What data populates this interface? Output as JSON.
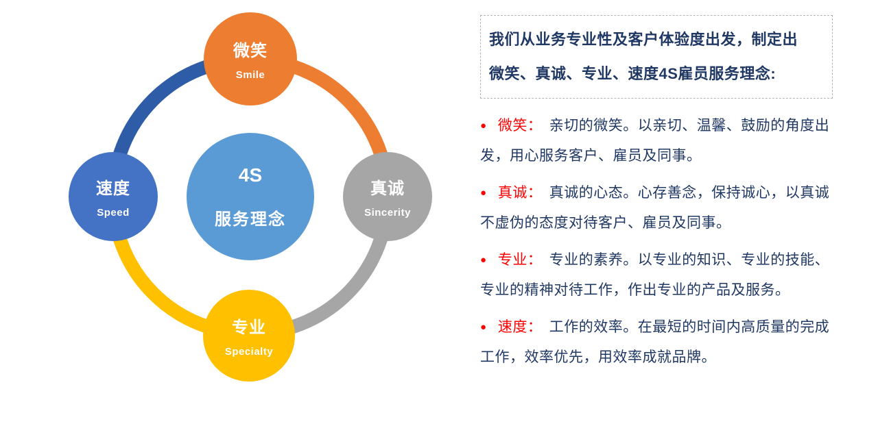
{
  "diagram": {
    "center": {
      "line1": "4S",
      "line2": "服务理念",
      "color": "#5B9BD5"
    },
    "nodes": [
      {
        "id": "smile",
        "zh": "微笑",
        "en": "Smile",
        "color": "#ED7D31",
        "position": "top"
      },
      {
        "id": "sincerity",
        "zh": "真诚",
        "en": "Sincerity",
        "color": "#A6A6A6",
        "position": "right"
      },
      {
        "id": "specialty",
        "zh": "专业",
        "en": "Specialty",
        "color": "#FFC000",
        "position": "bottom"
      },
      {
        "id": "speed",
        "zh": "速度",
        "en": "Speed",
        "color": "#4472C4",
        "position": "left"
      }
    ],
    "arcs": [
      {
        "quadrant": "top-left",
        "color": "#2E5CA6"
      },
      {
        "quadrant": "top-right",
        "color": "#ED7D31"
      },
      {
        "quadrant": "bottom-right",
        "color": "#A6A6A6"
      },
      {
        "quadrant": "bottom-left",
        "color": "#FFC000"
      }
    ]
  },
  "panel": {
    "intro_line1": "我们从业务专业性及客户体验度出发，制定出",
    "intro_line2": "微笑、真诚、专业、速度4S雇员服务理念:",
    "bullet_icon": "●",
    "accent_color": "#FF0000",
    "text_color": "#203864",
    "bullets": [
      {
        "keyword": "微笑：",
        "text": "亲切的微笑。以亲切、温馨、鼓励的角度出发，用心服务客户、雇员及同事。"
      },
      {
        "keyword": "真诚：",
        "text": "真诚的心态。心存善念，保持诚心，以真诚不虚伪的态度对待客户、雇员及同事。"
      },
      {
        "keyword": "专业：",
        "text": "专业的素养。以专业的知识、专业的技能、专业的精神对待工作，作出专业的产品及服务。"
      },
      {
        "keyword": "速度：",
        "text": "工作的效率。在最短的时间内高质量的完成工作，效率优先，用效率成就品牌。"
      }
    ]
  }
}
